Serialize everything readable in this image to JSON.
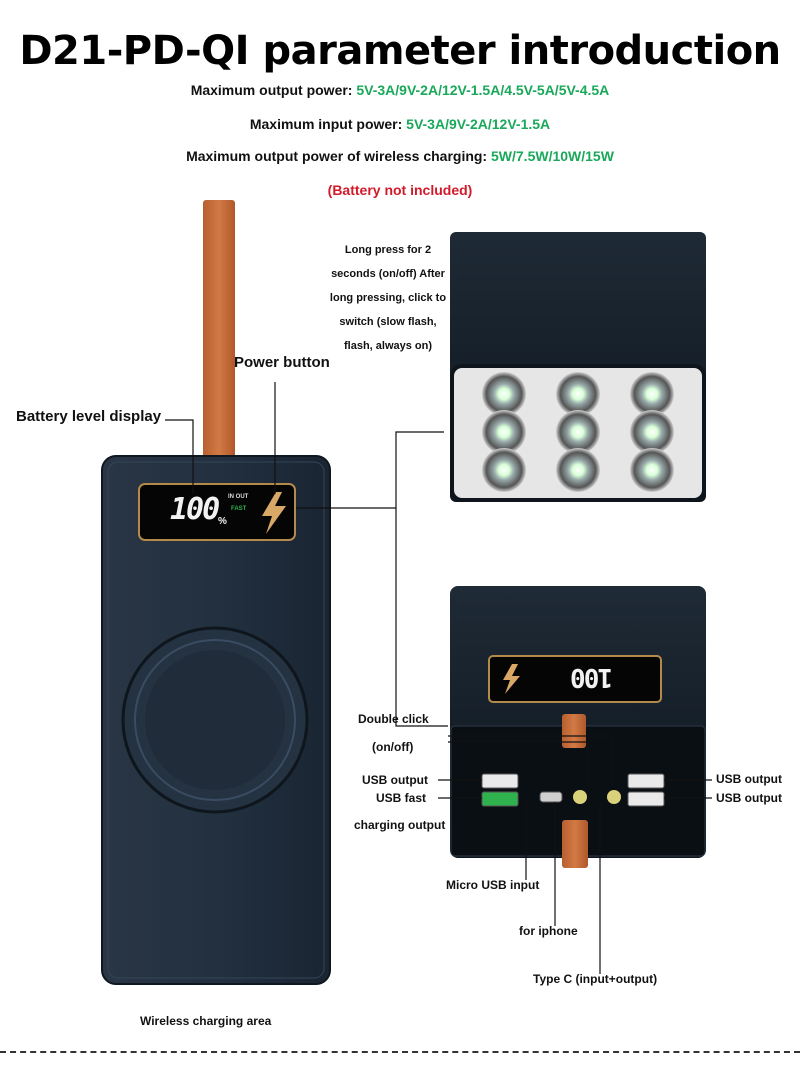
{
  "title": "D21-PD-QI parameter introduction",
  "specs": [
    {
      "label": "Maximum output power: ",
      "value": "5V-3A/9V-2A/12V-1.5A/4.5V-5A/5V-4.5A"
    },
    {
      "label": "Maximum input power: ",
      "value": "5V-3A/9V-2A/12V-1.5A"
    },
    {
      "label": "Maximum output power of wireless charging: ",
      "value": "5W/7.5W/10W/15W"
    }
  ],
  "warning": "(Battery not included)",
  "labels": {
    "power_button": "Power button",
    "battery_display": "Battery level display",
    "long_press_note": "Long press for 2 seconds (on/off) After long pressing, click to switch (slow flash, flash, always on)",
    "double_click": "Double click",
    "on_off": "(on/off)",
    "usb_output_left": "USB output",
    "usb_fast": "USB fast",
    "charging_output": "charging output",
    "usb_output_right1": "USB output",
    "usb_output_right2": "USB output",
    "micro_usb": "Micro USB input",
    "for_iphone": "for iphone",
    "type_c": "Type C (input+output)",
    "wireless_area": "Wireless charging area"
  },
  "display": {
    "percent": "100",
    "percent_sign": "%",
    "in_out": "IN  OUT",
    "fast": "FAST",
    "bottom_percent": "100"
  },
  "colors": {
    "accent_green": "#1aa85a",
    "warning_red": "#d11a2a",
    "body_dark": "#1f2a36",
    "strap": "#c8703c"
  }
}
